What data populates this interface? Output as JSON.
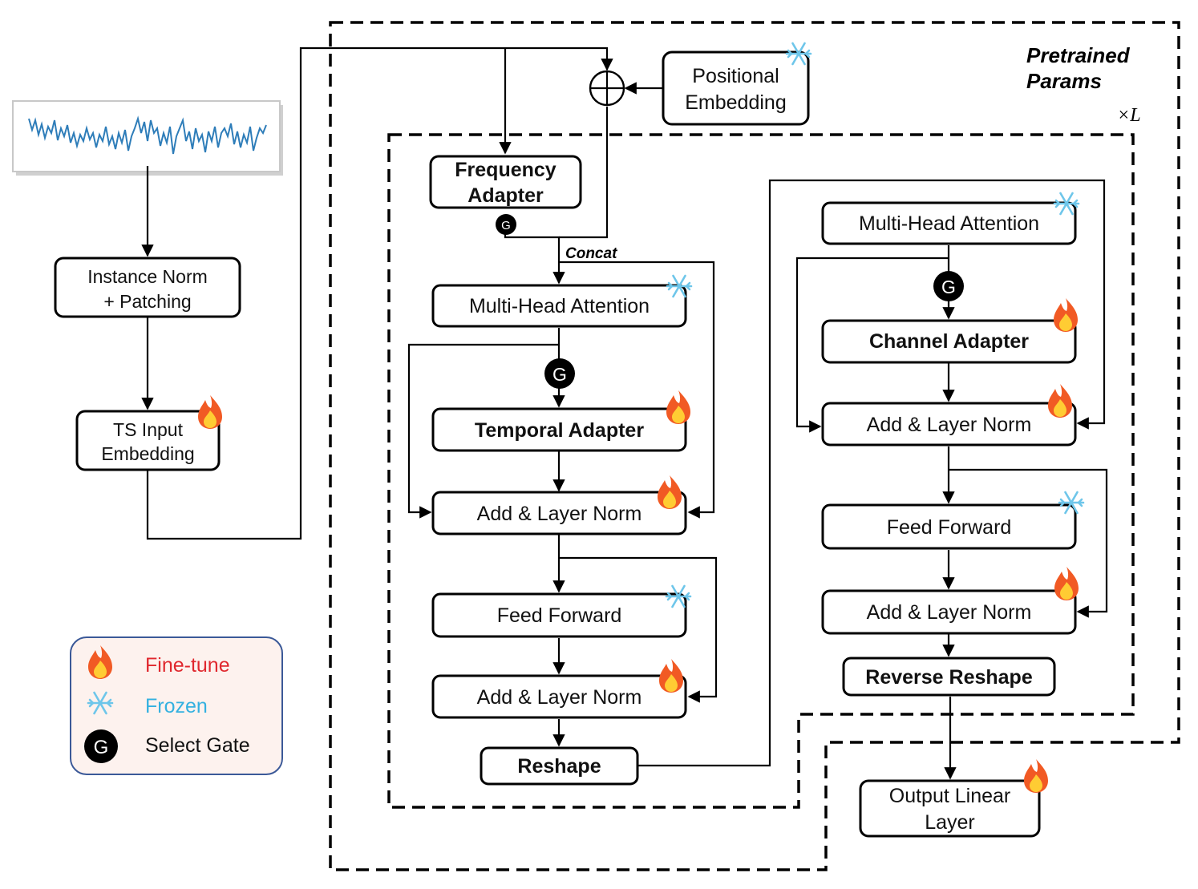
{
  "labels": {
    "pretrained_line1": "Pretrained",
    "pretrained_line2": "Params",
    "times_l": "×L",
    "concat": "Concat"
  },
  "boxes": {
    "positional_embedding": [
      "Positional",
      "Embedding"
    ],
    "instance_norm": [
      "Instance Norm",
      "+ Patching"
    ],
    "ts_input_embedding": [
      "TS Input",
      "Embedding"
    ],
    "frequency_adapter": [
      "Frequency",
      "Adapter"
    ],
    "mha_left": "Multi-Head Attention",
    "temporal_adapter": "Temporal Adapter",
    "add_norm_left_1": "Add & Layer Norm",
    "feed_forward_left": "Feed Forward",
    "add_norm_left_2": "Add & Layer Norm",
    "reshape": "Reshape",
    "mha_right": "Multi-Head Attention",
    "channel_adapter": "Channel Adapter",
    "add_norm_right_1": "Add & Layer Norm",
    "feed_forward_right": "Feed Forward",
    "add_norm_right_2": "Add & Layer Norm",
    "reverse_reshape": "Reverse Reshape",
    "output_linear": [
      "Output Linear",
      "Layer"
    ]
  },
  "gate_letter": "G",
  "legend": {
    "fine_tune": "Fine-tune",
    "frozen": "Frozen",
    "select_gate": "Select Gate"
  },
  "colors": {
    "fine_tune": "#e0282e",
    "frozen": "#34b1e0",
    "legend_bg": "#fdf2ee",
    "legend_border": "#3b5998",
    "series": "#2e7db9",
    "flame": "#f15a24",
    "snowflake": "#6ec6ea"
  },
  "icons": {
    "fine_tune": "flame-icon",
    "frozen": "snowflake-icon",
    "gate": "gate-icon"
  }
}
